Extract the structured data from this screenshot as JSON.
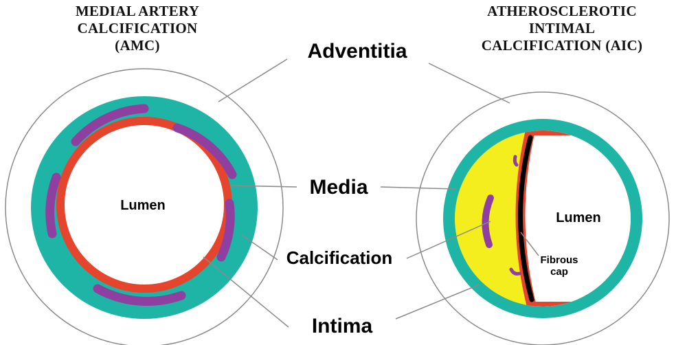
{
  "titles": {
    "left": [
      "MEDIAL ARTERY",
      "CALCIFICATION",
      "(AMC)"
    ],
    "right": [
      "ATHEROSCLEROTIC",
      "INTIMAL",
      "CALCIFICATION (AIC)"
    ]
  },
  "labels": {
    "adventitia": "Adventitia",
    "media": "Media",
    "calcification": "Calcification",
    "intima": "Intima",
    "lumen_left": "Lumen",
    "lumen_right": "Lumen",
    "fibrous_cap": [
      "Fibrous",
      "cap"
    ]
  },
  "colors": {
    "media": "#1fb5a6",
    "intima": "#e5452d",
    "calcification": "#8e3fa0",
    "plaque": "#f5ee1e",
    "fibrous_cap": "#000000",
    "leader_line": "#8a8a8a",
    "adventitia_outline": "#8a8a8a"
  }
}
